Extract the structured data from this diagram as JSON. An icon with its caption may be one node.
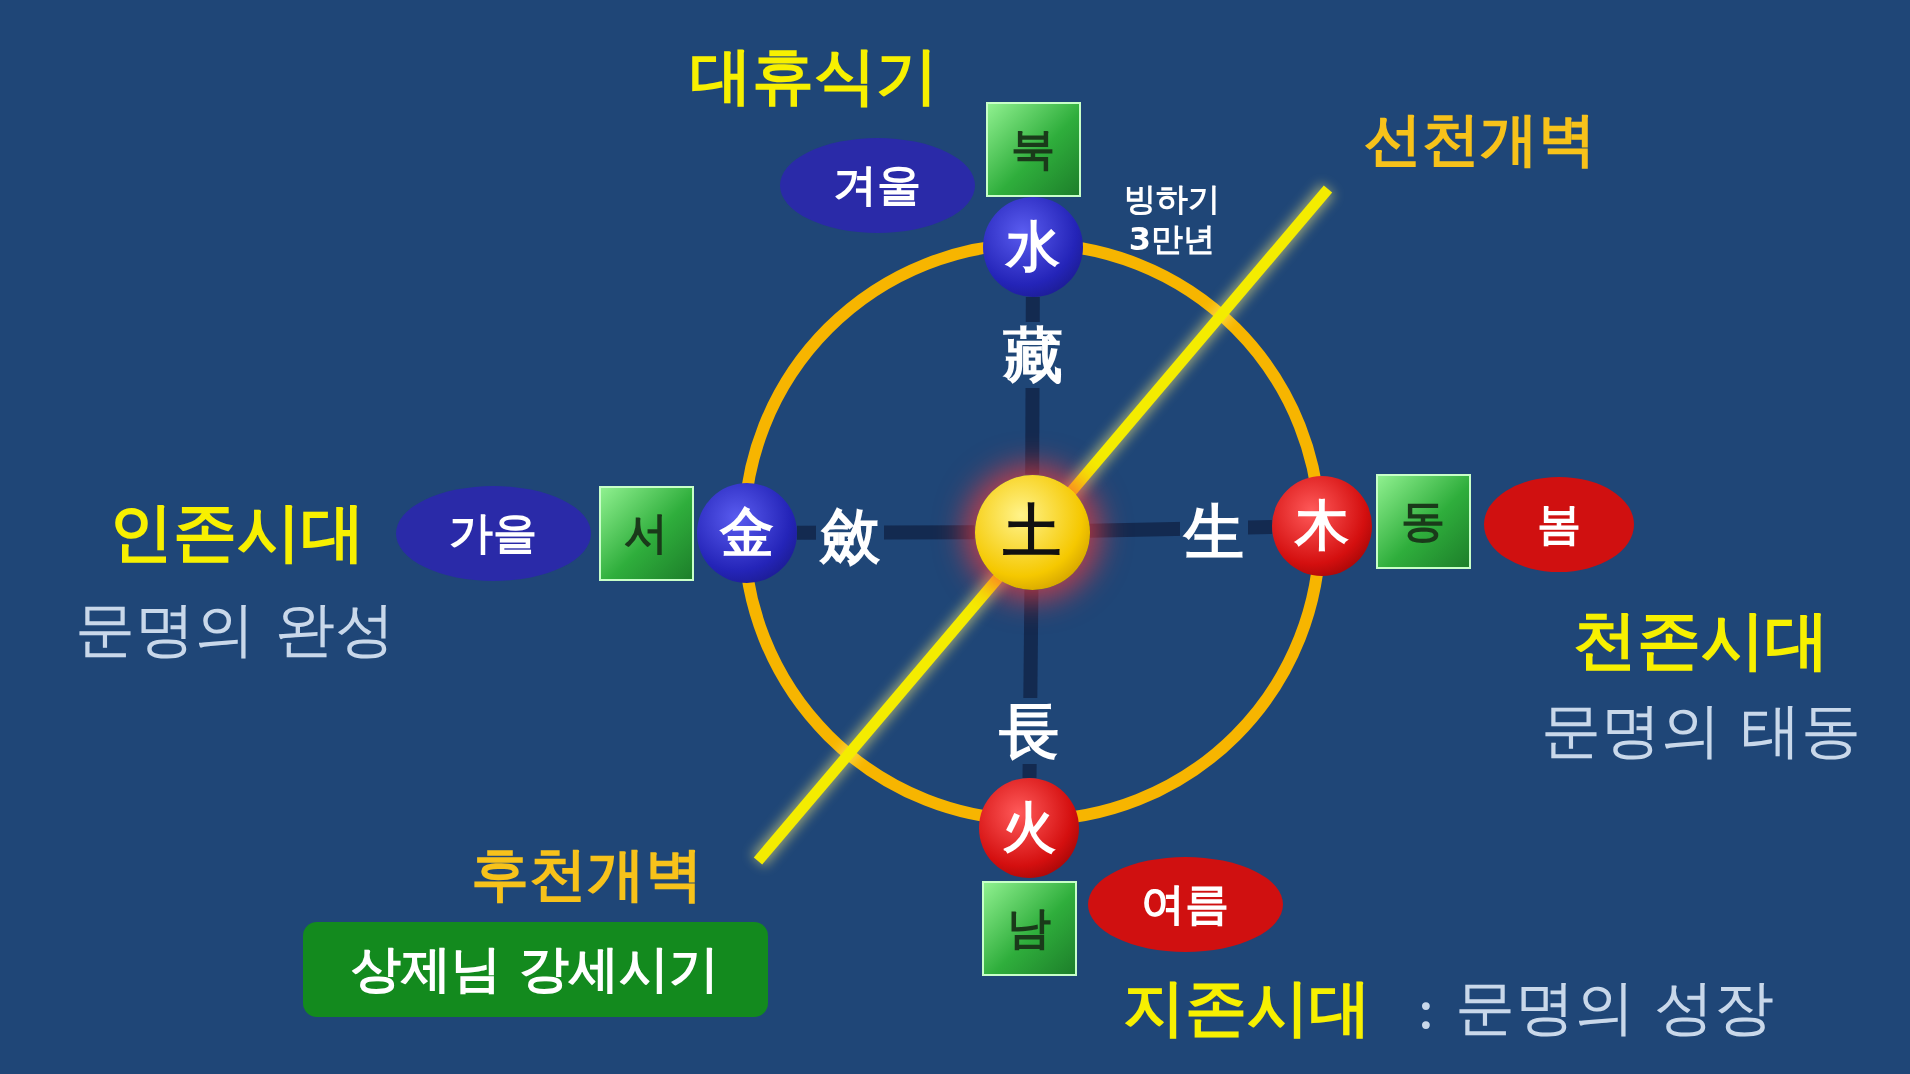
{
  "diagram": {
    "nodes": [
      {
        "text": [
          "북"
        ]
      },
      {
        "text": [
          "겨울"
        ]
      },
      {
        "text": [
          "水"
        ]
      },
      {
        "text": [
          "서"
        ]
      },
      {
        "text": [
          "가을"
        ]
      },
      {
        "text": [
          "金"
        ]
      },
      {
        "text": [
          "土"
        ]
      },
      {
        "text": [
          "木"
        ]
      },
      {
        "text": [
          "동"
        ]
      },
      {
        "text": [
          "봄"
        ]
      },
      {
        "text": [
          "火"
        ]
      },
      {
        "text": [
          "남"
        ]
      },
      {
        "text": [
          "여름"
        ]
      },
      {
        "text": [
          "상제님 강세시기"
        ]
      }
    ],
    "edges": [
      {
        "from": 6,
        "to": 2,
        "arrow": "none",
        "label": "藏"
      },
      {
        "from": 6,
        "to": 5,
        "arrow": "none",
        "label": "斂"
      },
      {
        "from": 6,
        "to": 7,
        "arrow": "none",
        "label": "生"
      },
      {
        "from": 6,
        "to": 10,
        "arrow": "none",
        "label": "長"
      }
    ],
    "labels": [
      "대휴식기",
      "선천개벽",
      "빙하기 3만년",
      "인존시대",
      "문명의 완성",
      "천존시대",
      "문명의 태동",
      "후천개벽",
      "지존시대",
      ": 문명의 성장"
    ]
  }
}
